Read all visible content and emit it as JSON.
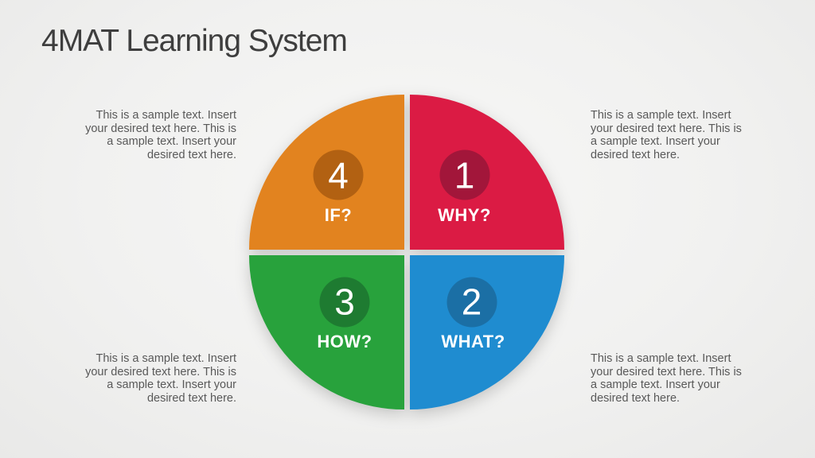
{
  "slide": {
    "title": "4MAT Learning System"
  },
  "diagram": {
    "name": "4MAT four-quadrant circle",
    "gap_color": "#ffffff",
    "quadrants": [
      {
        "number": "1",
        "label": "WHY?",
        "position": "top-right",
        "color": "#db1b44",
        "badge_color": "#a2163a"
      },
      {
        "number": "2",
        "label": "WHAT?",
        "position": "bottom-right",
        "color": "#1f8cd0",
        "badge_color": "#1b6fa5"
      },
      {
        "number": "3",
        "label": "HOW?",
        "position": "bottom-left",
        "color": "#28a23c",
        "badge_color": "#1e7b31"
      },
      {
        "number": "4",
        "label": "IF?",
        "position": "top-left",
        "color": "#e2831f",
        "badge_color": "#b26112"
      }
    ]
  },
  "placeholder_text": {
    "top_left": {
      "align": "right",
      "lines": [
        "This is a sample text. Insert",
        "your desired text here. This is",
        "a sample text. Insert your",
        "desired text here."
      ]
    },
    "top_right": {
      "align": "left",
      "lines": [
        "This is a sample text. Insert",
        "your desired text here. This is",
        "a sample text. Insert your",
        "desired text here."
      ]
    },
    "bottom_left": {
      "align": "right",
      "lines": [
        "This is a sample text. Insert",
        "your desired text here. This is",
        "a sample text. Insert your",
        "desired text here."
      ]
    },
    "bottom_right": {
      "align": "left",
      "lines": [
        "This is a sample text. Insert",
        "your desired text here. This is",
        "a sample text. Insert your",
        "desired text here."
      ]
    }
  },
  "colors": {
    "background": "#f1f1f0",
    "title_text": "#3e3e3e",
    "body_text": "#595959"
  }
}
